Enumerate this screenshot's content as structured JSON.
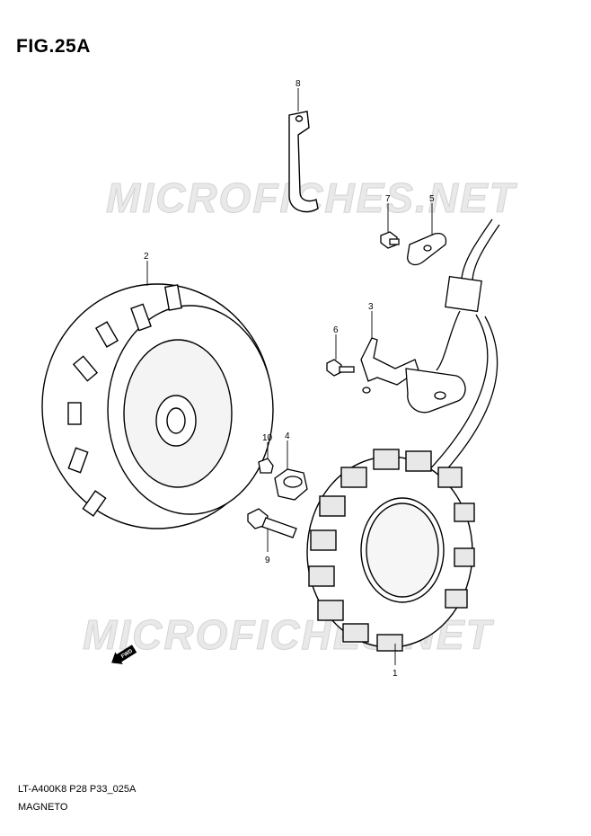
{
  "figure": {
    "title": "FIG.25A",
    "model_code": "LT-A400K8 P28 P33_025A",
    "name": "MAGNETO"
  },
  "watermark": {
    "text": "MICROFICHES.NET",
    "color": "#e0e0e0"
  },
  "direction_arrow": {
    "label": "FWD"
  },
  "callouts": [
    {
      "number": "1"
    },
    {
      "number": "2"
    },
    {
      "number": "3"
    },
    {
      "number": "4"
    },
    {
      "number": "5"
    },
    {
      "number": "6"
    },
    {
      "number": "7"
    },
    {
      "number": "8"
    },
    {
      "number": "9"
    },
    {
      "number": "10"
    }
  ]
}
